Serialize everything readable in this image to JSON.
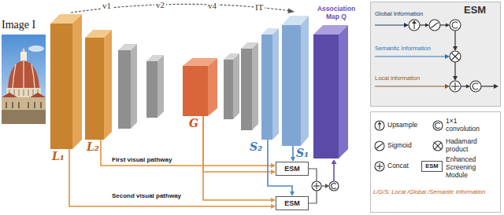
{
  "diagram": {
    "nodes": [
      {
        "text": [
          "Image I"
        ]
      },
      {
        "text": [
          "L₁"
        ]
      },
      {
        "text": [
          "L₂"
        ]
      },
      {
        "text": [
          "G"
        ]
      },
      {
        "text": [
          "S₂"
        ]
      },
      {
        "text": [
          "S₁"
        ]
      },
      {
        "text": [
          "Association Map Q"
        ]
      },
      {
        "text": [
          "ESM"
        ]
      },
      {
        "text": [
          "ESM"
        ]
      },
      {
        "text": [
          "ESM"
        ]
      }
    ],
    "edges": [
      {
        "from": 2,
        "to": 7,
        "arrow": "to"
      },
      {
        "from": 3,
        "to": 7,
        "arrow": "to"
      },
      {
        "from": 5,
        "to": 7,
        "arrow": "to"
      },
      {
        "from": 1,
        "to": 8,
        "arrow": "to"
      },
      {
        "from": 3,
        "to": 8,
        "arrow": "to"
      },
      {
        "from": 4,
        "to": 8,
        "arrow": "to"
      }
    ],
    "labels": [
      "v1",
      "v2",
      "v4",
      "IT",
      "First visual pathway",
      "Second visual pathway",
      "Global Information",
      "Semantic Information",
      "Local information",
      "ESM",
      "L/G/S: Local /Global /Semantic Information"
    ],
    "legend": [
      {
        "text": "Upsample"
      },
      {
        "text": "1×1 convolution"
      },
      {
        "text": "Sigmoid"
      },
      {
        "text": "Hadamard product"
      },
      {
        "text": "Concat"
      },
      {
        "text": "Enhanced Screening Module"
      }
    ]
  }
}
